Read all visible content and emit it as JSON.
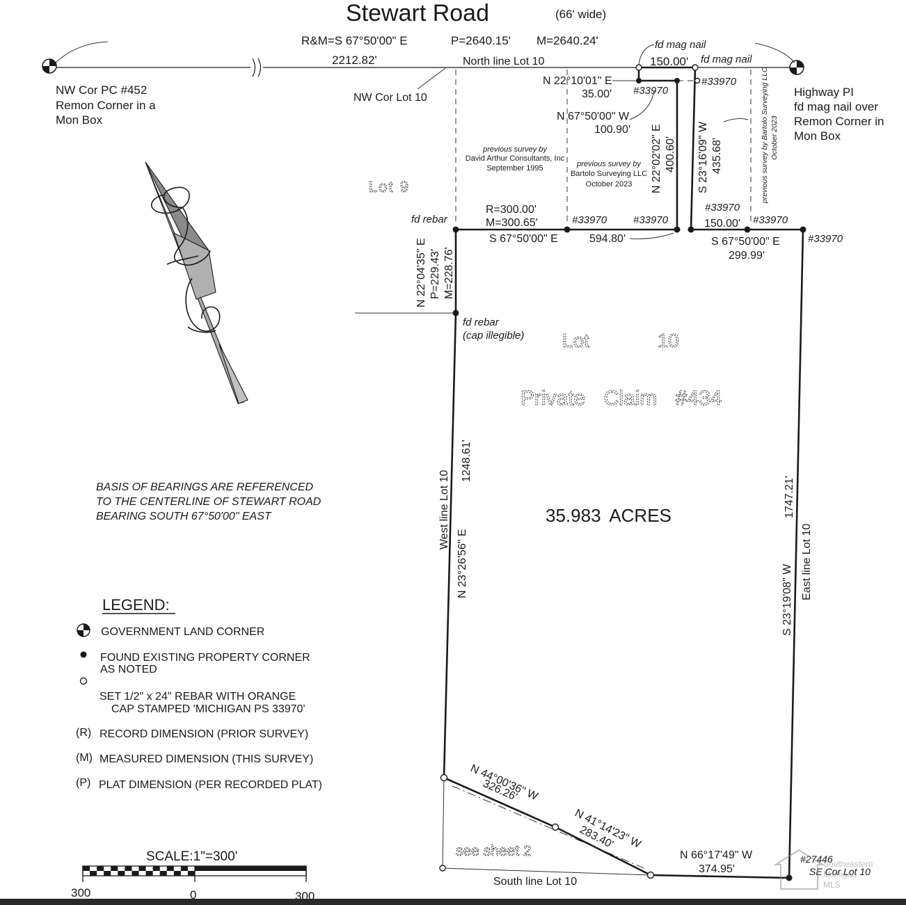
{
  "road": {
    "name": "Stewart Road",
    "width_note": "(66' wide)"
  },
  "north_line": {
    "record_bearing": "R&M=S 67°50'00\" E",
    "plat_distance": "P=2640.15'",
    "measured_distance": "M=2640.24'",
    "segment_distance": "2212.82'",
    "label": "North line Lot 10",
    "nail_distance": "150.00'"
  },
  "corners": {
    "nw_pc_line1": "NW Cor PC #452",
    "nw_pc_line2": "Remon Corner in a",
    "nw_pc_line3": "Mon Box",
    "nw_lot": "NW Cor Lot 10",
    "highway_line1": "Highway PI",
    "highway_line2": "fd mag nail over",
    "highway_line3": "Remon Corner in",
    "highway_line4": "Mon Box",
    "se_lot": "SE Cor Lot 10"
  },
  "markers": {
    "fd_mag_nail": "fd mag nail",
    "fd_rebar": "fd rebar",
    "cap_illegible": "(cap illegible)",
    "cap_number": "#33970",
    "se_cap_number": "#27446"
  },
  "dimensions": {
    "n22_bearing": "N 22°10'01\" E",
    "n22_distance": "35.00'",
    "n67_bearing": "N 67°50'00\" W",
    "n67_distance": "100.90'",
    "n2202_bearing": "N 22°02'02\" E",
    "n2202_distance": "400.60'",
    "s2316_bearing": "S 23°16'09\" W",
    "s2316_distance": "435.68'",
    "curve_radius": "R=300.00'",
    "curve_measured": "M=300.65'",
    "south_bearing_a": "S 67°50'00\" E",
    "south_distance_a": "594.80'",
    "south_distance_b": "150.00'",
    "south_bearing_c": "S 67°50'00\" E",
    "south_distance_c": "299.99'",
    "west_upper_bearing": "N 22°04'35\" E",
    "west_upper_plat": "P=229.43'",
    "west_upper_measured": "M=228.76'",
    "west_line_label": "West line Lot 10",
    "west_distance": "1248.61'",
    "west_bearing": "N 23°26'56\" E",
    "east_distance": "1747.21'",
    "east_line_label": "East line Lot 10",
    "east_bearing": "S 23°19'08\" W",
    "sw1_bearing": "N 44°00'36\" W",
    "sw1_distance": "326.26'",
    "sw2_bearing": "N 41°14'23\" W",
    "sw2_distance": "283.40'",
    "s66_bearing": "N 66°17'49\" W",
    "s66_distance": "374.95'",
    "south_line_label": "South line Lot 10",
    "see_sheet": "see sheet 2"
  },
  "prior_surveys": {
    "david_line1": "previous survey by",
    "david_line2": "David Arthur Consultants, Inc",
    "david_line3": "September 1995",
    "bartolo_line1": "previous survey by",
    "bartolo_line2": "Bartolo Surveying LLC",
    "bartolo_line3": "October 2023",
    "bartolo_rot_line1": "previous survey by Bartolo Surveying LLC",
    "bartolo_rot_line2": "October 2023"
  },
  "lots": {
    "lot9": "Lot 9",
    "lot10": "Lot 10",
    "claim": "Private Claim #434",
    "acres": "35.983 ACRES"
  },
  "basis": {
    "line1": "BASIS OF BEARINGS ARE REFERENCED",
    "line2": "TO THE CENTERLINE OF STEWART ROAD",
    "line3": "BEARING SOUTH 67°50'00\" EAST"
  },
  "legend": {
    "title": "LEGEND:",
    "glc": "GOVERNMENT LAND CORNER",
    "found_line1": "FOUND EXISTING PROPERTY CORNER",
    "found_line2": "AS NOTED",
    "set_line1": "SET 1/2\" x 24\" REBAR WITH ORANGE",
    "set_line2": "CAP STAMPED 'MICHIGAN PS 33970'",
    "r_key": "(R)",
    "r_text": "RECORD DIMENSION (PRIOR SURVEY)",
    "m_key": "(M)",
    "m_text": "MEASURED DIMENSION (THIS SURVEY)",
    "p_key": "(P)",
    "p_text": "PLAT DIMENSION (PER RECORDED PLAT)"
  },
  "scale": {
    "label": "SCALE:1\"=300'",
    "left": "300",
    "mid": "0",
    "right": "300"
  },
  "watermark": {
    "line1": "Southeastern",
    "line2": "Michigan",
    "line3": "MLS"
  }
}
